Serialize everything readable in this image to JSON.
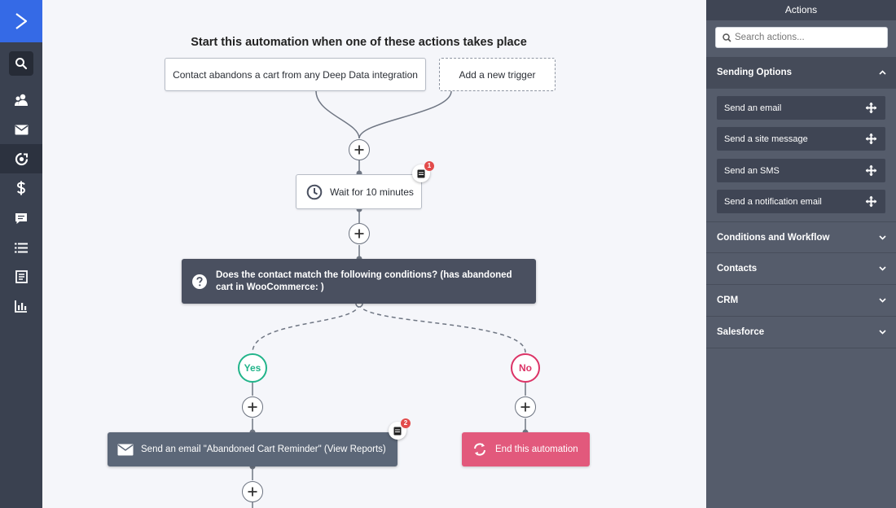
{
  "nav": {
    "items": [
      {
        "icon": "search-icon"
      },
      {
        "icon": "contacts-icon"
      },
      {
        "icon": "email-icon"
      },
      {
        "icon": "automations-icon"
      },
      {
        "icon": "deals-icon"
      },
      {
        "icon": "conversations-icon"
      },
      {
        "icon": "lists-icon"
      },
      {
        "icon": "forms-icon"
      },
      {
        "icon": "reports-icon"
      }
    ]
  },
  "canvas": {
    "headline": "Start this automation when one of these actions takes place",
    "trigger_label": "Contact abandons a cart from any Deep Data integration",
    "add_trigger_label": "Add a new trigger",
    "wait_label": "Wait for 10 minutes",
    "wait_badge_count": "1",
    "condition_label": "Does the contact match the following conditions? (has abandoned cart in WooCommerce: )",
    "yes_label": "Yes",
    "no_label": "No",
    "email_action_label": "Send an email \"Abandoned Cart Reminder\" (View Reports)",
    "email_badge_count": "2",
    "end_label": "End this automation"
  },
  "panel": {
    "title": "Actions",
    "search_placeholder": "Search actions...",
    "sections": [
      {
        "label": "Sending Options",
        "open": true
      },
      {
        "label": "Conditions and Workflow",
        "open": false
      },
      {
        "label": "Contacts",
        "open": false
      },
      {
        "label": "CRM",
        "open": false
      },
      {
        "label": "Salesforce",
        "open": false
      }
    ],
    "sending_options": [
      {
        "label": "Send an email"
      },
      {
        "label": "Send a site message"
      },
      {
        "label": "Send an SMS"
      },
      {
        "label": "Send a notification email"
      }
    ]
  },
  "colors": {
    "brand": "#356ae6",
    "yes": "#22b48a",
    "no": "#dc3366",
    "end_action": "#e2597c"
  }
}
